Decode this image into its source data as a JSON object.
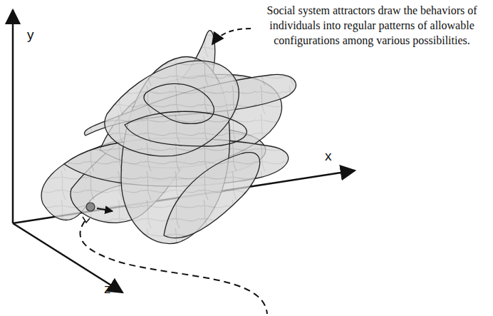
{
  "diagram": {
    "labels": [
      "y",
      "x",
      "z",
      "Social system attractors draw the behaviors of individuals into regular patterns of allowable configurations among various possibilities."
    ]
  }
}
